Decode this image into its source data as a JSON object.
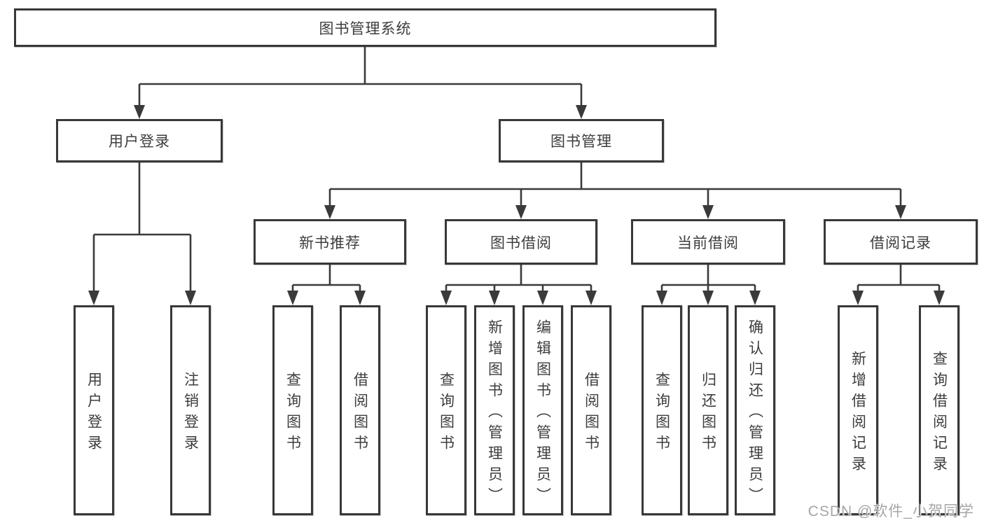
{
  "title": "图书管理系统",
  "level2": {
    "user_login": "用户登录",
    "book_mgmt": "图书管理"
  },
  "level3": {
    "new_book_rec": "新书推荐",
    "book_borrow": "图书借阅",
    "current_borrow": "当前借阅",
    "borrow_records": "借阅记录"
  },
  "leaves": {
    "user_login": [
      "用户登录",
      "注销登录"
    ],
    "new_book_rec": [
      "查询图书",
      "借阅图书"
    ],
    "book_borrow": [
      "查询图书",
      "新增图书（管理员）",
      "编辑图书（管理员）",
      "借阅图书"
    ],
    "current_borrow": [
      "查询图书",
      "归还图书",
      "确认归还（管理员）"
    ],
    "borrow_records": [
      "新增借阅记录",
      "查询借阅记录"
    ]
  },
  "watermark": "CSDN @软件_小贺同学",
  "colors": {
    "line": "#3a3a3a",
    "text": "#3d3d3d",
    "watermark": "#a6a6a6",
    "background": "#ffffff"
  }
}
